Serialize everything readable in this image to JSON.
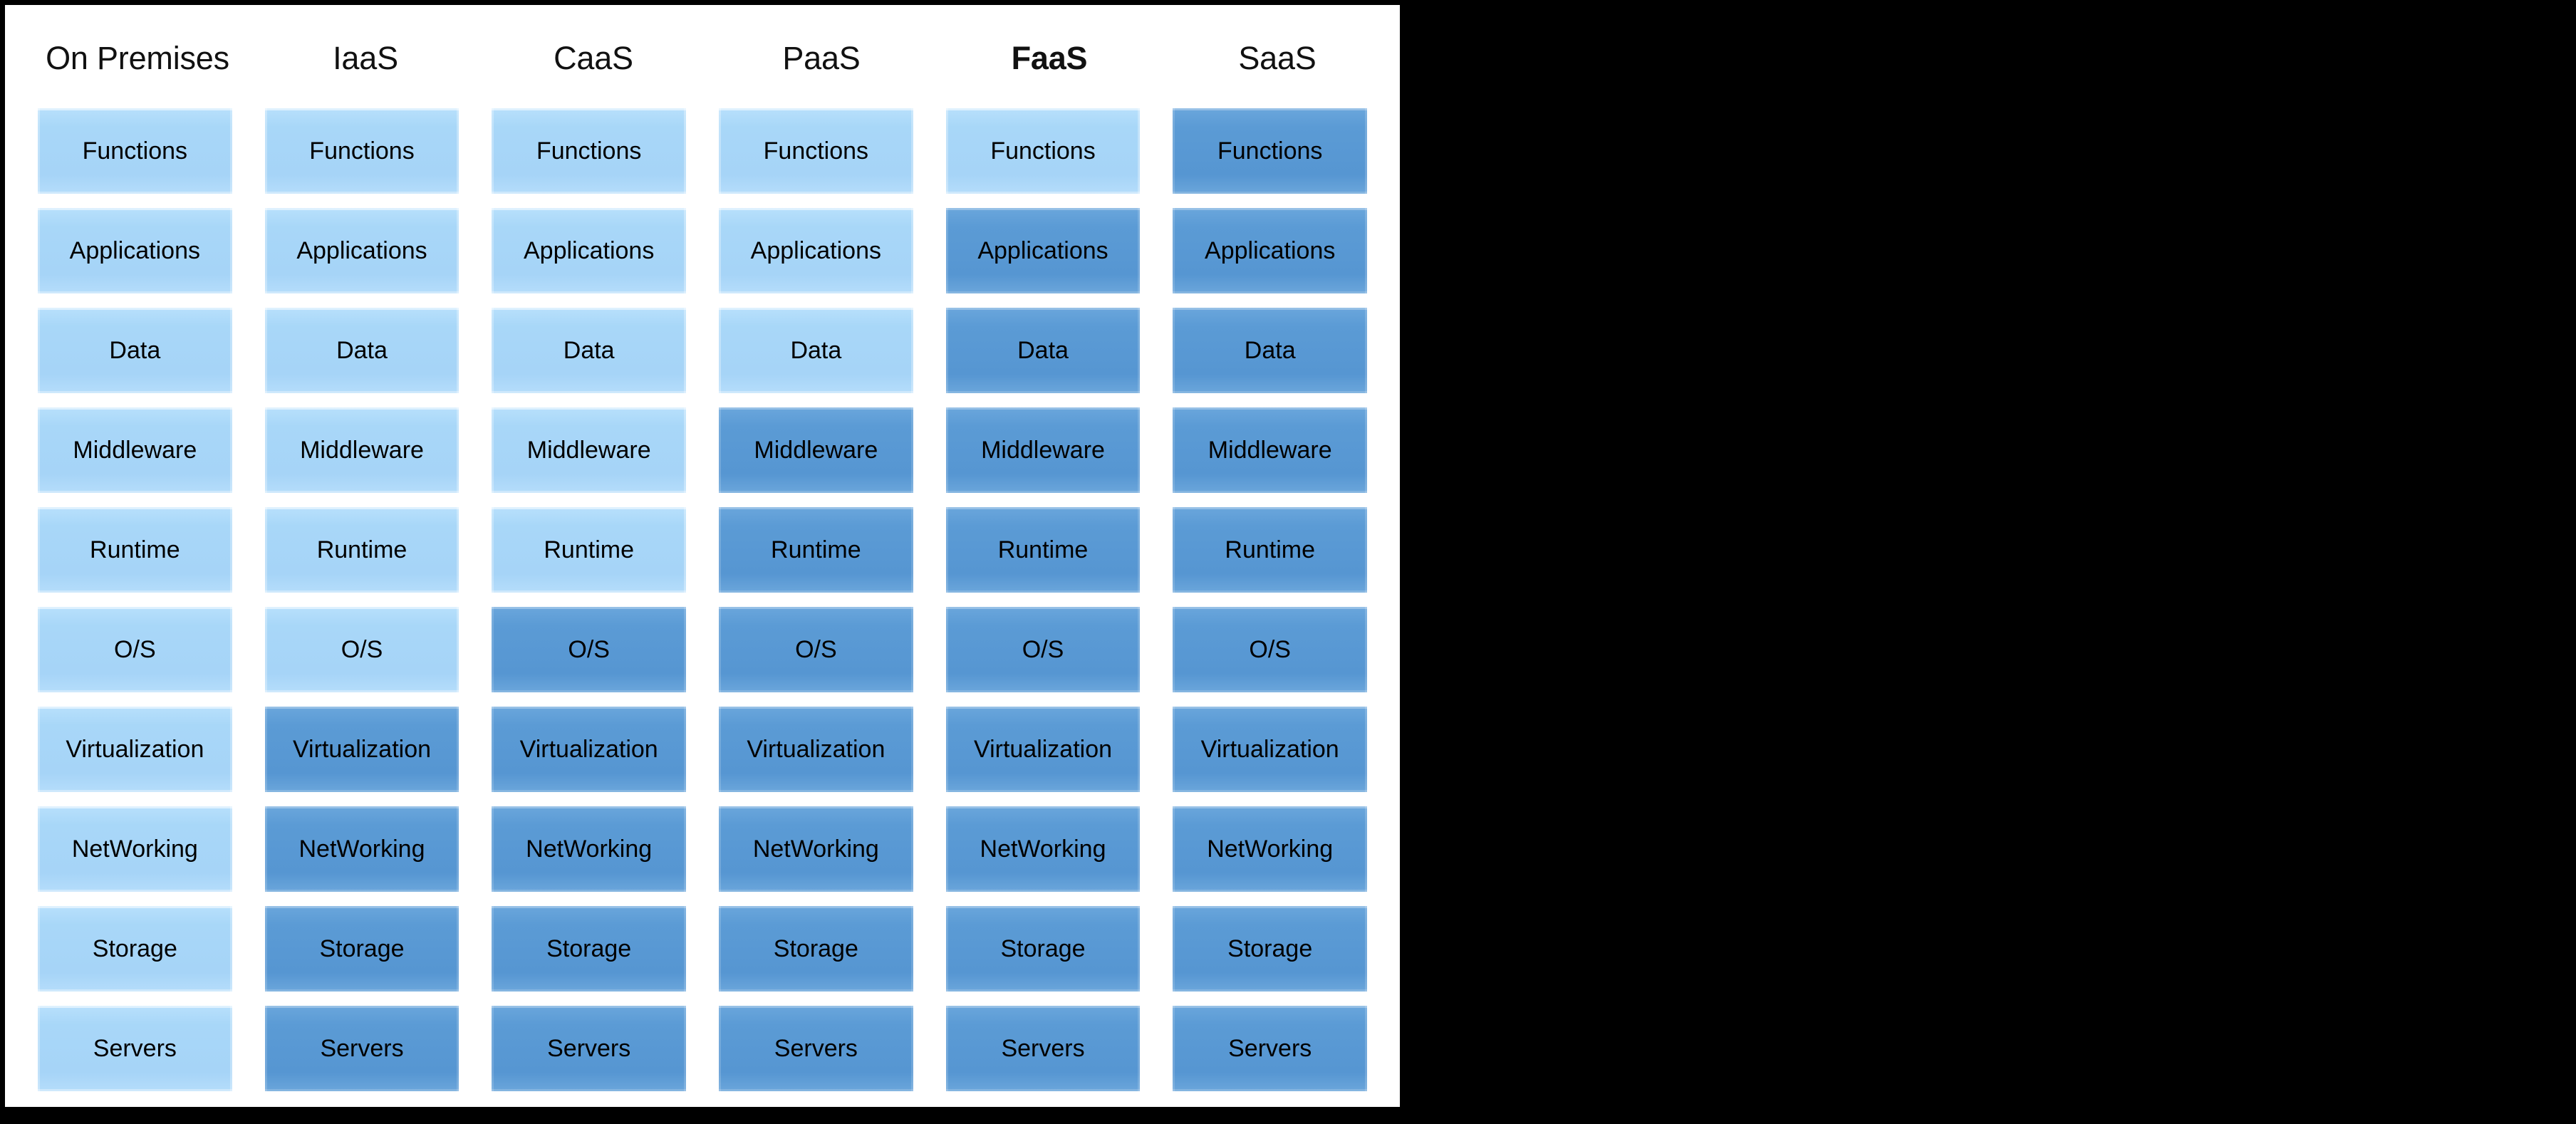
{
  "diagram": {
    "title_emphasis": "FaaS",
    "colors": {
      "managed_by_provider": "#5B9BD5",
      "managed_by_you": "#A8D7F8",
      "panel_background": "#FFFFFF",
      "canvas_background": "#000000",
      "text": "#000000"
    },
    "columns": [
      {
        "label": "On Premises",
        "emphasized": false
      },
      {
        "label": "IaaS",
        "emphasized": false
      },
      {
        "label": "CaaS",
        "emphasized": false
      },
      {
        "label": "PaaS",
        "emphasized": false
      },
      {
        "label": "FaaS",
        "emphasized": true
      },
      {
        "label": "SaaS",
        "emphasized": false
      }
    ],
    "rows": [
      {
        "label": "Functions",
        "states": [
          "light",
          "light",
          "light",
          "light",
          "light",
          "dark"
        ]
      },
      {
        "label": "Applications",
        "states": [
          "light",
          "light",
          "light",
          "light",
          "dark",
          "dark"
        ]
      },
      {
        "label": "Data",
        "states": [
          "light",
          "light",
          "light",
          "light",
          "dark",
          "dark"
        ]
      },
      {
        "label": "Middleware",
        "states": [
          "light",
          "light",
          "light",
          "dark",
          "dark",
          "dark"
        ]
      },
      {
        "label": "Runtime",
        "states": [
          "light",
          "light",
          "light",
          "dark",
          "dark",
          "dark"
        ]
      },
      {
        "label": "O/S",
        "states": [
          "light",
          "light",
          "dark",
          "dark",
          "dark",
          "dark"
        ]
      },
      {
        "label": "Virtualization",
        "states": [
          "light",
          "dark",
          "dark",
          "dark",
          "dark",
          "dark"
        ]
      },
      {
        "label": "NetWorking",
        "states": [
          "light",
          "dark",
          "dark",
          "dark",
          "dark",
          "dark"
        ]
      },
      {
        "label": "Storage",
        "states": [
          "light",
          "dark",
          "dark",
          "dark",
          "dark",
          "dark"
        ]
      },
      {
        "label": "Servers",
        "states": [
          "light",
          "dark",
          "dark",
          "dark",
          "dark",
          "dark"
        ]
      }
    ]
  }
}
